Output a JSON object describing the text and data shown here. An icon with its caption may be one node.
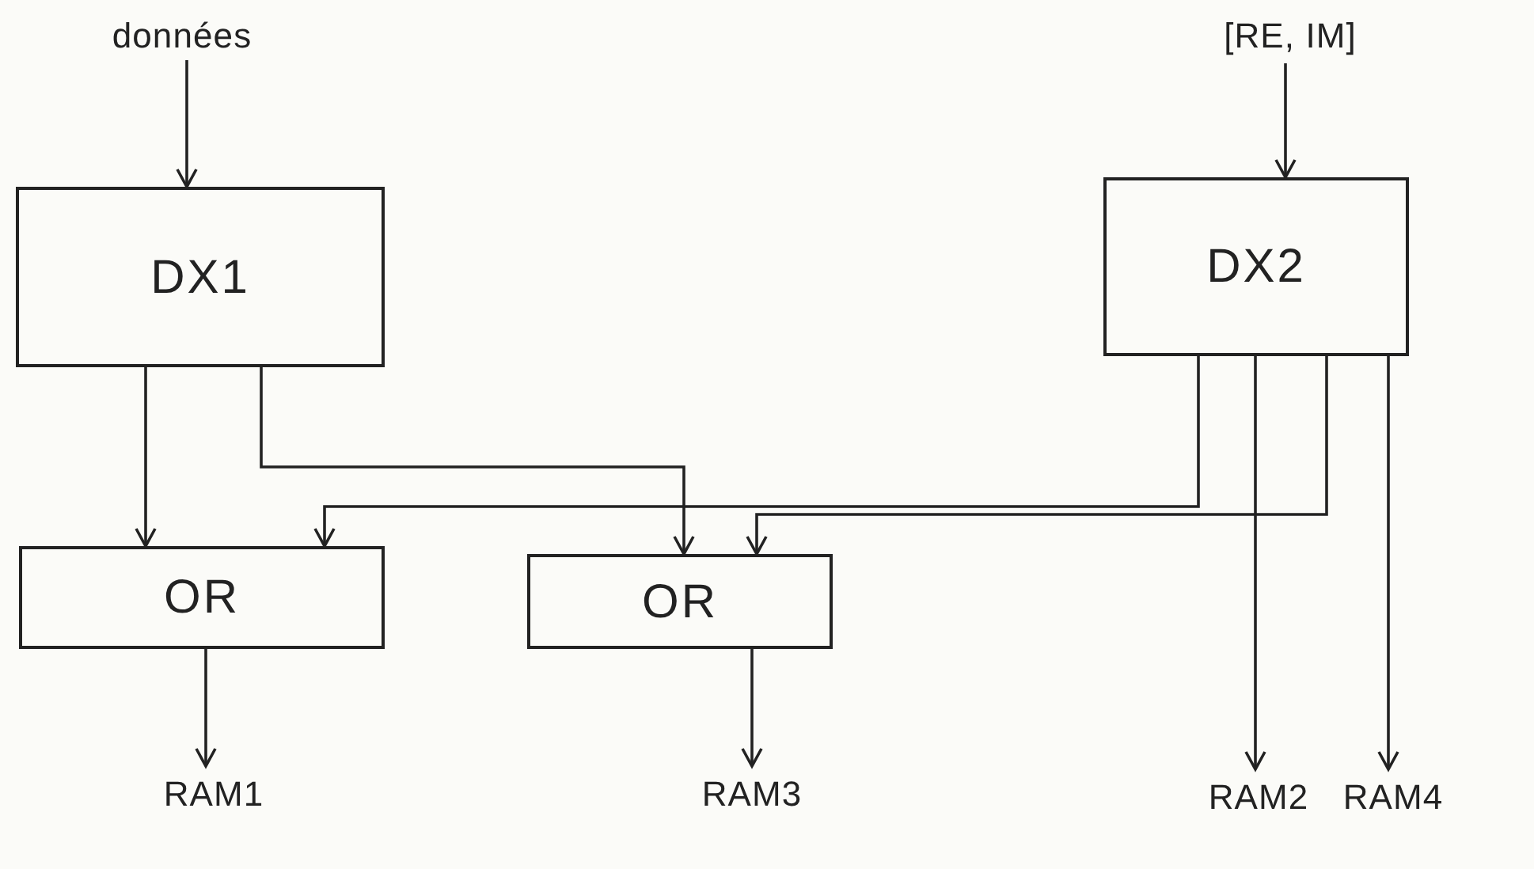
{
  "diagram": {
    "nodes": [
      {
        "text": [
          "données"
        ]
      },
      {
        "text": [
          "DX1"
        ]
      },
      {
        "text": [
          "[RE, IM]"
        ]
      },
      {
        "text": [
          "DX2"
        ]
      },
      {
        "text": [
          "OR"
        ]
      },
      {
        "text": [
          "OR"
        ]
      },
      {
        "text": [
          "RAM1"
        ]
      },
      {
        "text": [
          "RAM3"
        ]
      },
      {
        "text": [
          "RAM2"
        ]
      },
      {
        "text": [
          "RAM4"
        ]
      }
    ],
    "edges": [
      {
        "from": 0,
        "to": 1,
        "arrow": "to"
      },
      {
        "from": 2,
        "to": 3,
        "arrow": "to"
      },
      {
        "from": 1,
        "to": 4,
        "arrow": "to"
      },
      {
        "from": 1,
        "to": 5,
        "arrow": "to"
      },
      {
        "from": 3,
        "to": 4,
        "arrow": "to"
      },
      {
        "from": 3,
        "to": 5,
        "arrow": "to"
      },
      {
        "from": 3,
        "to": 8,
        "arrow": "to"
      },
      {
        "from": 3,
        "to": 9,
        "arrow": "to"
      },
      {
        "from": 4,
        "to": 6,
        "arrow": "to"
      },
      {
        "from": 5,
        "to": 7,
        "arrow": "to"
      }
    ]
  }
}
